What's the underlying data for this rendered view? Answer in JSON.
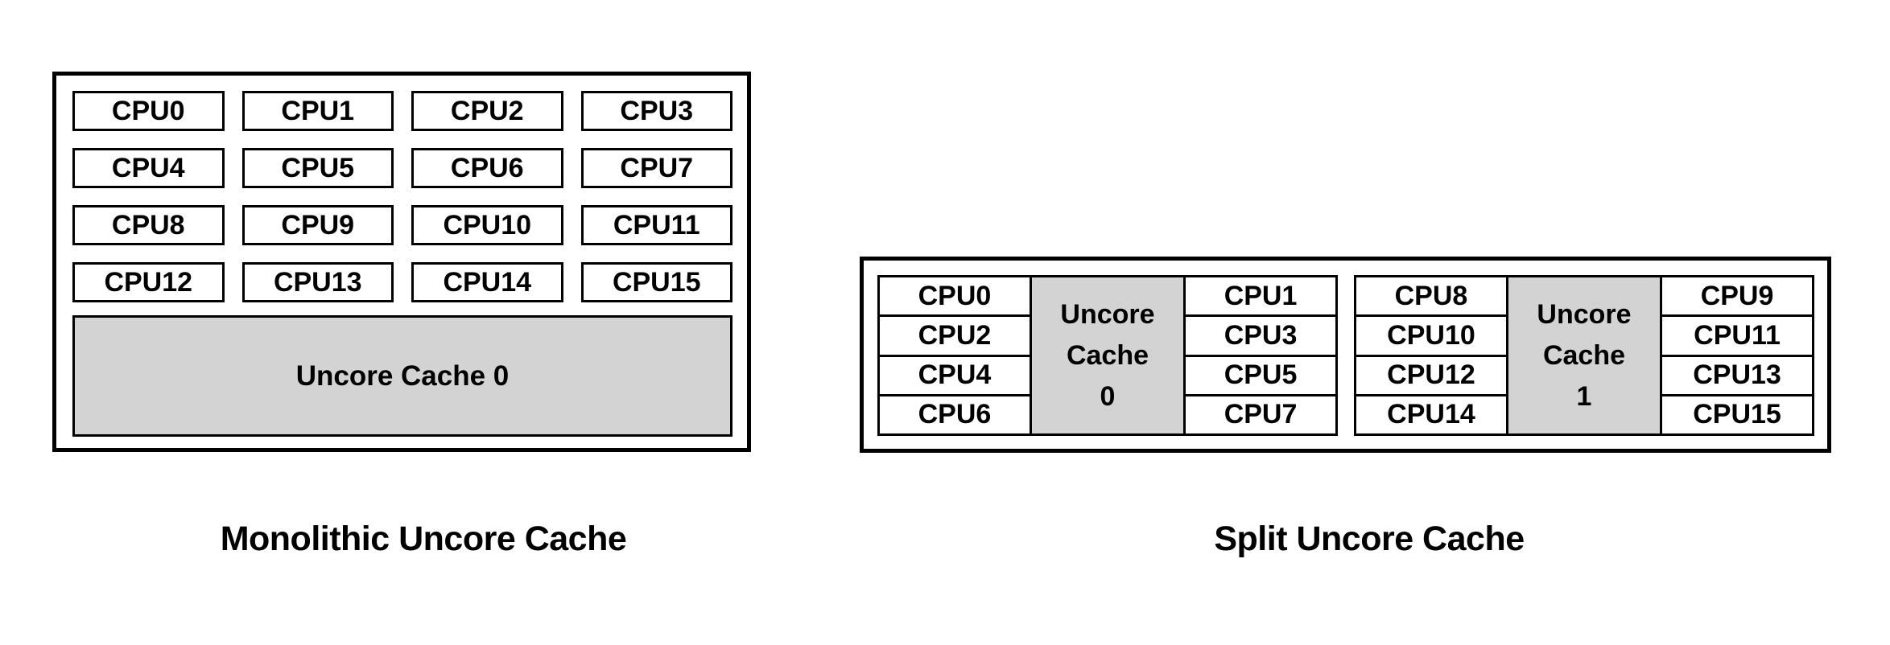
{
  "colors": {
    "uncore_fill": "#d3d3d3",
    "border": "#000000",
    "background": "#ffffff"
  },
  "monolithic": {
    "caption": "Monolithic Uncore Cache",
    "cpus": [
      "CPU0",
      "CPU1",
      "CPU2",
      "CPU3",
      "CPU4",
      "CPU5",
      "CPU6",
      "CPU7",
      "CPU8",
      "CPU9",
      "CPU10",
      "CPU11",
      "CPU12",
      "CPU13",
      "CPU14",
      "CPU15"
    ],
    "uncore_label": "Uncore Cache 0"
  },
  "split": {
    "caption": "Split Uncore Cache",
    "clusters": [
      {
        "left_cpus": [
          "CPU0",
          "CPU2",
          "CPU4",
          "CPU6"
        ],
        "uncore_lines": [
          "Uncore",
          "Cache",
          "0"
        ],
        "right_cpus": [
          "CPU1",
          "CPU3",
          "CPU5",
          "CPU7"
        ]
      },
      {
        "left_cpus": [
          "CPU8",
          "CPU10",
          "CPU12",
          "CPU14"
        ],
        "uncore_lines": [
          "Uncore",
          "Cache",
          "1"
        ],
        "right_cpus": [
          "CPU9",
          "CPU11",
          "CPU13",
          "CPU15"
        ]
      }
    ]
  }
}
